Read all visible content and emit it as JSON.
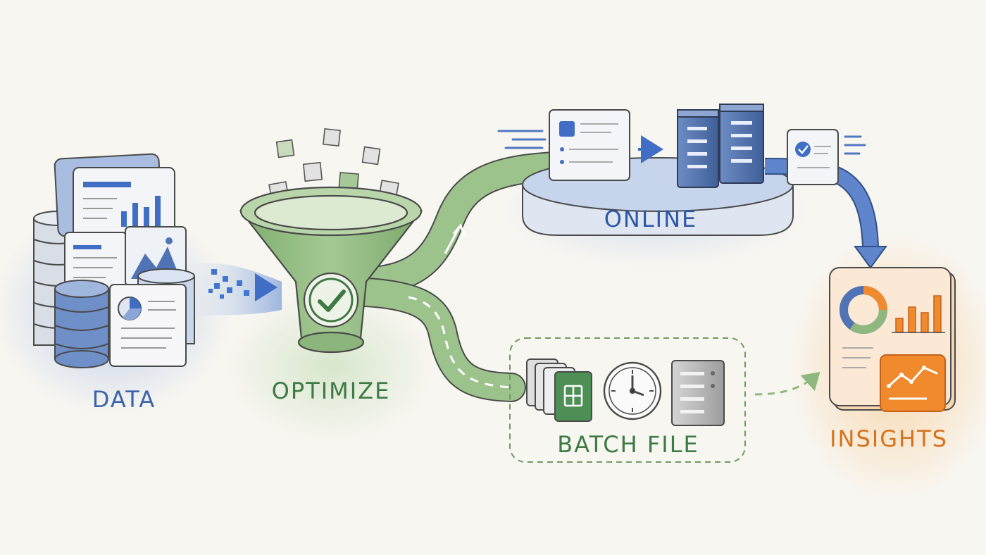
{
  "stages": {
    "data": {
      "label": "DATA"
    },
    "optimize": {
      "label": "OPTIMIZE"
    },
    "online": {
      "label": "ONLINE"
    },
    "batch": {
      "label": "BATCH FILE"
    },
    "insights": {
      "label": "INSIGHTS"
    }
  },
  "colors": {
    "background": "#f8f6f1",
    "blue": "#4f73b5",
    "blue_dark": "#2f4f85",
    "green": "#8fb87e",
    "green_dark": "#3f7a45",
    "orange": "#ef8a2e",
    "orange_dark": "#c4621a",
    "gray": "#a9a9a9",
    "outline": "#4a4a4a"
  },
  "icons": [
    "database-icon",
    "document-icon",
    "bar-chart-icon",
    "image-icon",
    "pie-chart-icon",
    "funnel-icon",
    "checkmark-icon",
    "server-icon",
    "clock-icon",
    "spreadsheet-icon",
    "donut-chart-icon",
    "trend-line-icon",
    "arrow-icon"
  ]
}
